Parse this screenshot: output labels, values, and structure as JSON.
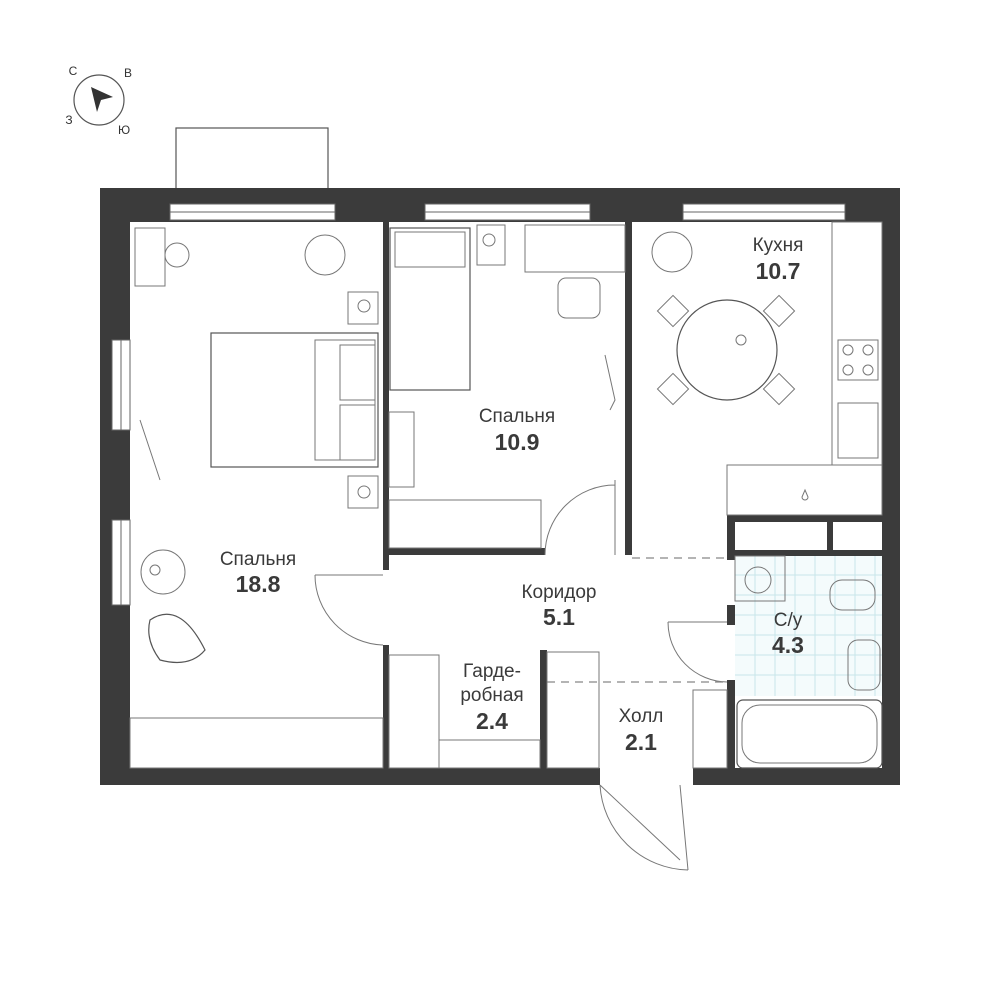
{
  "compass": {
    "north": "С",
    "east": "В",
    "south": "Ю",
    "west": "З"
  },
  "rooms": [
    {
      "name": "Спальня",
      "area": "18.8"
    },
    {
      "name": "Спальня",
      "area": "10.9"
    },
    {
      "name": "Кухня",
      "area": "10.7"
    },
    {
      "name": "Коридор",
      "area": "5.1"
    },
    {
      "name_line1": "Гарде-",
      "name_line2": "робная",
      "area": "2.4"
    },
    {
      "name": "Холл",
      "area": "2.1"
    },
    {
      "name": "С/у",
      "area": "4.3"
    }
  ],
  "colors": {
    "wall": "#3b3b3b",
    "tile": "#c8e6ea",
    "text": "#3a3a3a"
  }
}
